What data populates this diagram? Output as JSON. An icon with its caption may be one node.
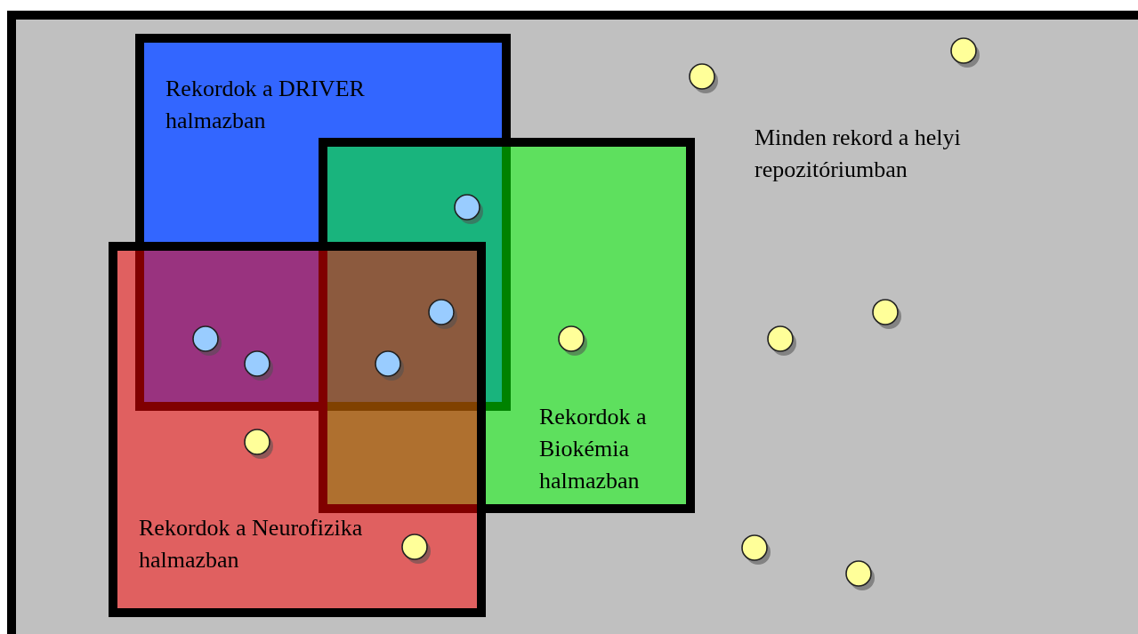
{
  "diagram": {
    "nodes": [
      {
        "text": [
          "Minden rekord a helyi repozitóriumban"
        ]
      },
      {
        "text": [
          "Rekordok a DRIVER halmazban"
        ],
        "in": 0
      },
      {
        "text": [
          "Rekordok a Biokémia halmazban"
        ],
        "in": 0
      },
      {
        "text": [
          "Rekordok a Neurofizika halmazban"
        ],
        "in": 0
      }
    ]
  }
}
